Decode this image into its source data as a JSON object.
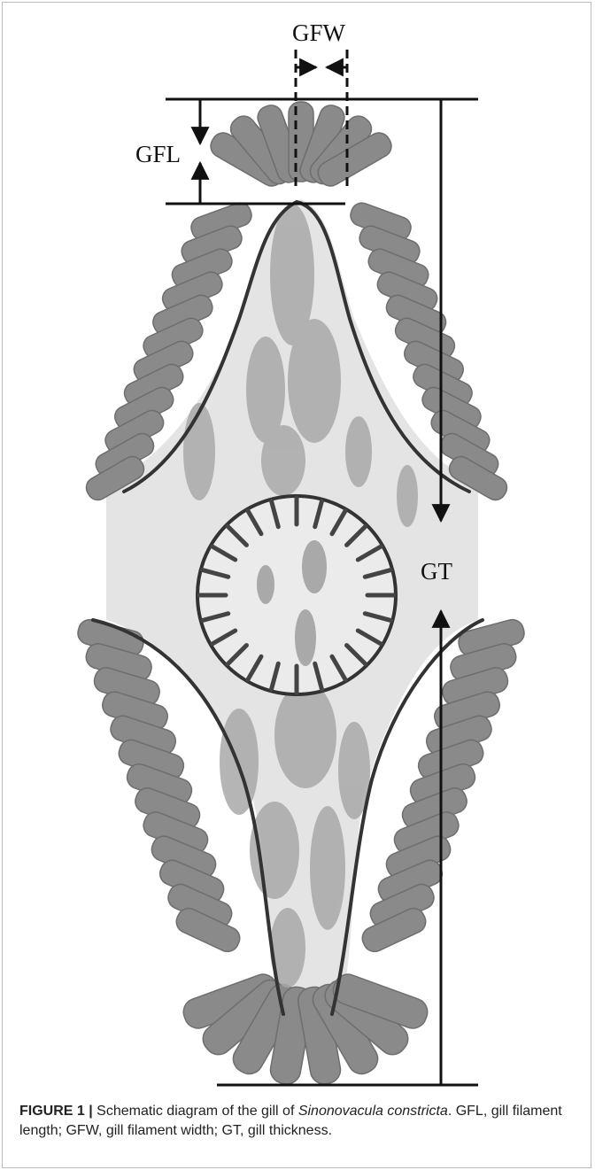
{
  "labels": {
    "gfw": "GFW",
    "gfl": "GFL",
    "gt": "GT"
  },
  "caption": {
    "figure_label": "FIGURE 1 |",
    "text_before": " Schematic diagram of the gill of ",
    "species": "Sinonovacula constricta",
    "text_after": ". GFL, gill filament length; GFW, gill filament width; GT, gill thickness."
  },
  "colors": {
    "filament": "#8a8a8a",
    "tissue_light": "#e4e4e4",
    "tissue_mid": "#a9a9a9",
    "outline": "#333333",
    "arrow": "#111111"
  }
}
